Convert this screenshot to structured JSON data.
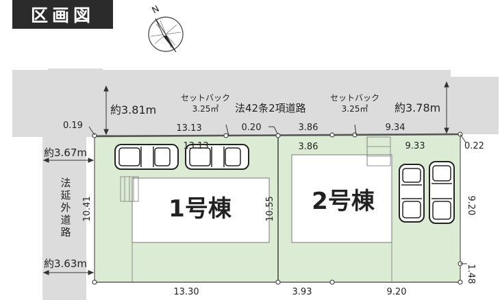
{
  "title": "区画図",
  "compass": {
    "label": "N"
  },
  "colors": {
    "title_bg": "#2b2b2b",
    "road": "#dcdcdc",
    "lot": "#dcecd4",
    "building": "#ffffff",
    "line": "#5a5a5a"
  },
  "road": {
    "name": "法42条2項道路",
    "west_name": "法延外道路"
  },
  "setback": [
    {
      "label": "セットバック",
      "area": "3.25㎡"
    },
    {
      "label": "セットバック",
      "area": "3.25㎡"
    }
  ],
  "lots": [
    {
      "name": "1号棟",
      "parking_spaces": 2
    },
    {
      "name": "2号棟",
      "parking_spaces": 2
    }
  ],
  "dimensions": {
    "road_width_left": "約3.81m",
    "road_width_right": "約3.78m",
    "west_road_top": "約3.67m",
    "west_road_bottom": "約3.63m",
    "corner_top_left": "0.19",
    "top_lot1_road": "13.13",
    "top_lot1_inner": "13.13",
    "top_mid_gap": "0.20",
    "top_lot2_left_road": "3.86",
    "top_lot2_left_inner": "3.86",
    "top_lot2_right_road": "9.34",
    "top_lot2_right_inner": "9.33",
    "corner_top_right": "0.22",
    "left_side": "10.41",
    "middle_boundary": "10.55",
    "right_side": "9.20",
    "right_bottom": "1.48",
    "bottom_lot1": "13.30",
    "bottom_lot2_left": "3.93",
    "bottom_lot2_right": "9.20"
  }
}
